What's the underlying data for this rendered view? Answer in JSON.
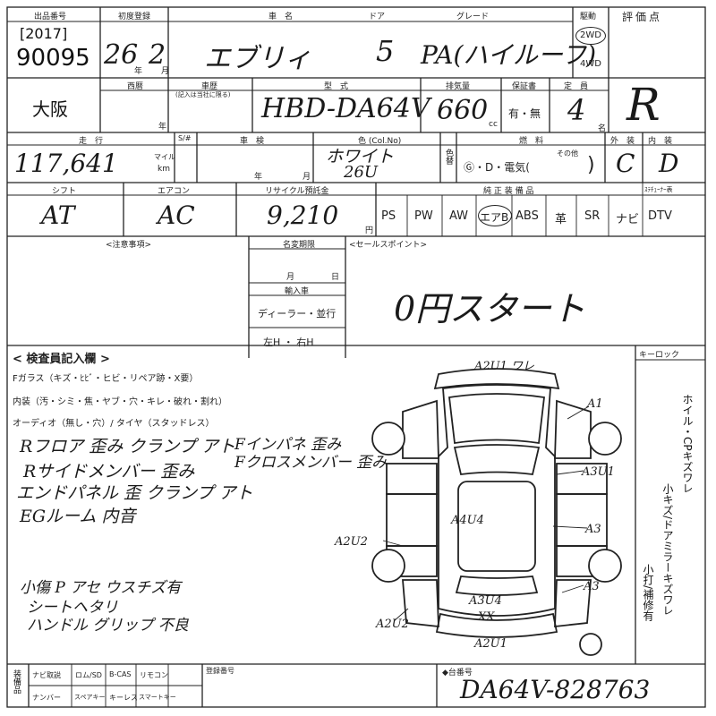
{
  "header": {
    "lot_label": "出品番号",
    "year_code": "[2017]",
    "lot_number": "90095",
    "first_reg_label": "初度登録",
    "first_reg_year": "26",
    "year_unit": "年",
    "first_reg_month": "2",
    "month_unit": "月",
    "car_name_label": "車　名",
    "car_name": "エブリィ",
    "door_label": "ドア",
    "doors": "5",
    "grade_label": "グレード",
    "grade": "PA(ハイルーフ)",
    "drive_label": "駆動",
    "drive_2wd": "2WD",
    "drive_4wd": "4WD",
    "rating_label": "評価点",
    "rating": "R"
  },
  "row2": {
    "region": "大阪",
    "start_label": "西暦",
    "start_unit": "年",
    "inspection_label": "車歴",
    "inspection_sub": "(記入は当社に限る)",
    "model_label": "型　式",
    "model": "HBD-DA64V",
    "displacement_label": "排気量",
    "displacement": "660",
    "cc_unit": "cc",
    "warranty_label": "保証書",
    "warranty_value": "有・無",
    "capacity_label": "定　員",
    "capacity": "4",
    "capacity_unit": "名"
  },
  "row3": {
    "mileage_label": "走　行",
    "mileage": "117,641",
    "mile_unit": "マイル",
    "km_unit": "km",
    "sharp_label": "S/#",
    "shaken_label": "車　検",
    "shaken_year_unit": "年",
    "shaken_month_unit": "月",
    "color_label": "色 (Col.No)",
    "color": "ホワイト",
    "color_code": "26U",
    "color_change_label": "色替",
    "fuel_label": "燃　料",
    "fuel_options": "Ⓖ・D・電気(",
    "fuel_other_label": "その他",
    "fuel_close": ")",
    "exterior_label": "外　装",
    "exterior": "C",
    "interior_label": "内　装",
    "interior": "D"
  },
  "row4": {
    "shift_label": "シフト",
    "shift": "AT",
    "ac_label": "エアコン",
    "ac": "AC",
    "recycle_label": "リサイクル預託金",
    "recycle": "9,210",
    "yen_unit": "円",
    "equipment_label": "純 正 装 備 品",
    "equipment": [
      "PS",
      "PW",
      "AW",
      "エアB",
      "ABS",
      "革",
      "SR",
      "ナビ",
      "DTV"
    ],
    "tuner_label": "ｽﾃﾁｭｰﾅｰ表"
  },
  "row5": {
    "notes_label": "<注意事項>",
    "title_period_label": "名変期限",
    "month_label": "月",
    "day_label": "日",
    "import_label": "輸入車",
    "import_value": "ディーラー・並行",
    "handle_value": "左H ・ 右H",
    "selling_label": "<セールスポイント>",
    "selling_point": "0円スタート"
  },
  "inspector": {
    "title": "< 検査員記入欄 >",
    "glass_line": "Fガラス（キズ・ﾋﾋﾞ・ヒビ・リペア跡・X要）",
    "interior_line": "内装（汚・シミ・焦・ヤブ・穴・キレ・破れ・割れ）",
    "audio_line": "オーディオ（無し・穴）/ タイヤ（スタッドレス）",
    "notes": [
      "Rフロア 歪み クランプ アト",
      "Rサイドメンバー 歪み",
      "エンドパネル 歪 クランプ アト",
      "EGルーム 内音",
      "Fインパネ 歪み",
      "Fクロスメンバー 歪み",
      "小傷 P アセ ウスチズ有",
      "シートヘタリ",
      "ハンドル グリップ 不良"
    ],
    "key_label": "キーロック",
    "side_note_1": "ホイル・CPキズワレ",
    "side_note_2": "小キズ/ドアミラーキズワレ",
    "side_note_3": "小打/補修有"
  },
  "diagram_marks": {
    "a2u1_top": "A2U1 ワレ",
    "a1": "A1",
    "a3u1": "A3U1",
    "a4u4": "A4U4",
    "a2u2_left": "A2U2",
    "a3_mid": "A3",
    "a3_low": "A3",
    "a3u4": "A3U4",
    "xx": "XX",
    "a2u2_bottom": "A2U2",
    "a2u1_bottom": "A2U1"
  },
  "footer": {
    "equip_label": "装備品",
    "cells_top": [
      "ナビ取説",
      "ロム/SD",
      "B-CAS",
      "リモコン"
    ],
    "cells_bottom": [
      "ナンバー",
      "スペアキー",
      "キーレス",
      "スマートキー"
    ],
    "reg_number_label": "登録番号",
    "chassis_label": "◆台番号",
    "chassis_number": "DA64V-828763"
  }
}
